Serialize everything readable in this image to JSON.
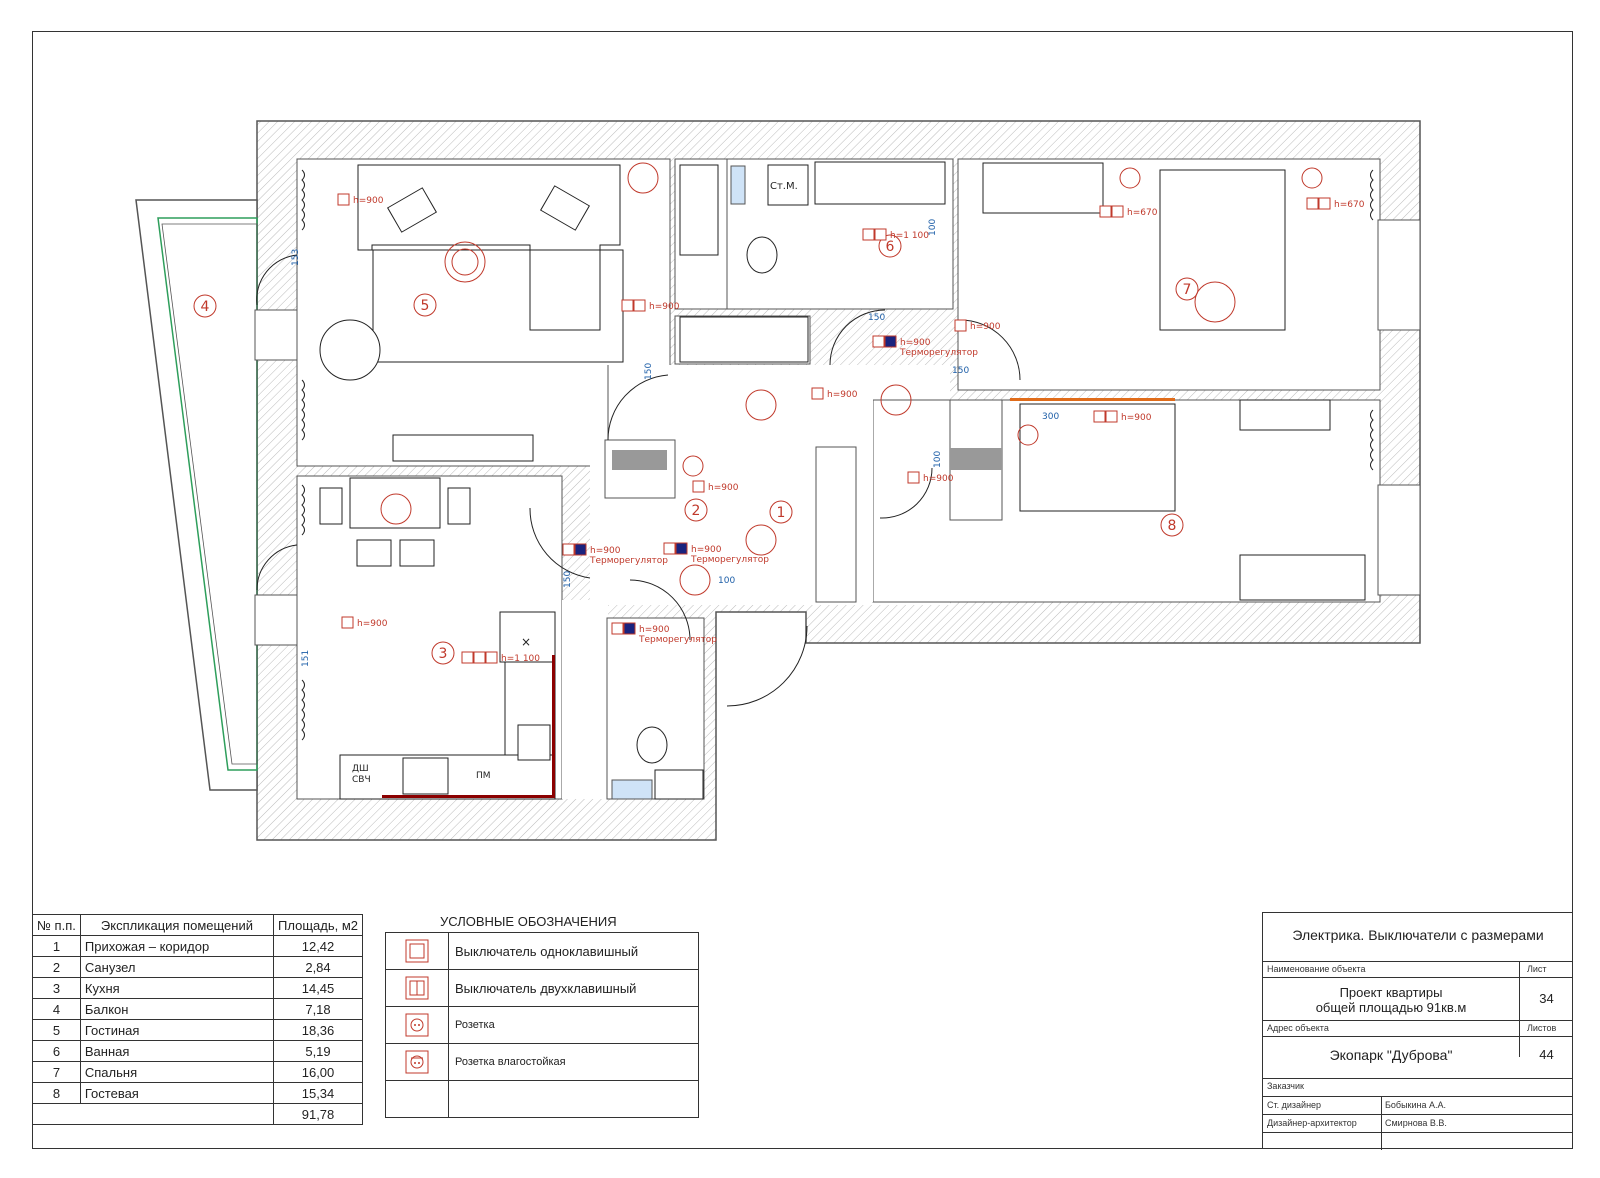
{
  "rooms": [
    {
      "num": "1",
      "name": "Прихожая – коридор",
      "area": "12,42"
    },
    {
      "num": "2",
      "name": "Санузел",
      "area": "2,84"
    },
    {
      "num": "3",
      "name": "Кухня",
      "area": "14,45"
    },
    {
      "num": "4",
      "name": "Балкон",
      "area": "7,18"
    },
    {
      "num": "5",
      "name": "Гостиная",
      "area": "18,36"
    },
    {
      "num": "6",
      "name": "Ванная",
      "area": "5,19"
    },
    {
      "num": "7",
      "name": "Спальня",
      "area": "16,00"
    },
    {
      "num": "8",
      "name": "Гостевая",
      "area": "15,34"
    }
  ],
  "explication": {
    "col_num": "№ п.п.",
    "col_name": "Экспликация помещений",
    "col_area": "Площадь, м2",
    "total": "91,78"
  },
  "legend": {
    "title": "УСЛОВНЫЕ ОБОЗНАЧЕНИЯ",
    "items": [
      {
        "icon": "single-switch-icon",
        "label": "Выключатель одноклавишный"
      },
      {
        "icon": "double-switch-icon",
        "label": "Выключатель двухклавишный"
      },
      {
        "icon": "socket-icon",
        "label": "Розетка"
      },
      {
        "icon": "waterproof-socket-icon",
        "label": "Розетка влагостойкая"
      }
    ]
  },
  "stamp": {
    "sheet_title": "Электрика. Выключатели с размерами",
    "object_label": "Наименование объекта",
    "object_value_1": "Проект квартиры",
    "object_value_2": "общей площадью 91кв.м",
    "sheet_label": "Лист",
    "sheet_value": "34",
    "address_label": "Адрес объекта",
    "address_value": "Экопарк \"Дуброва\"",
    "sheets_label": "Листов",
    "sheets_value": "44",
    "customer_label": "Заказчик",
    "senior_label": "Ст. дизайнер",
    "senior_value": "Бобыкина А.А.",
    "architect_label": "Дизайнер-архитектор",
    "architect_value": "Смирнова В.В."
  },
  "plan": {
    "room_markers": [
      "1",
      "2",
      "3",
      "4",
      "5",
      "6",
      "7",
      "8"
    ],
    "fixture_labels": {
      "cm": "Ст.М.",
      "dw": "ДШ",
      "mw": "СВЧ",
      "pm": "ПМ",
      "x": "×"
    },
    "annotations": {
      "h900": "h=900",
      "h670": "h=670",
      "h1100": "h=1 100",
      "thermo": "Терморегулятор",
      "d150": "150",
      "d151": "151",
      "d153": "153",
      "d100": "100",
      "d300": "300"
    }
  },
  "colors": {
    "wall": "#555555",
    "symbol": "#c0392b",
    "thermo_fill": "#1a237e",
    "window": "#2e9e5b",
    "counter": "#8b0000",
    "blue_fixture": "#3a3ad6",
    "dim": "#1e5fa8"
  }
}
